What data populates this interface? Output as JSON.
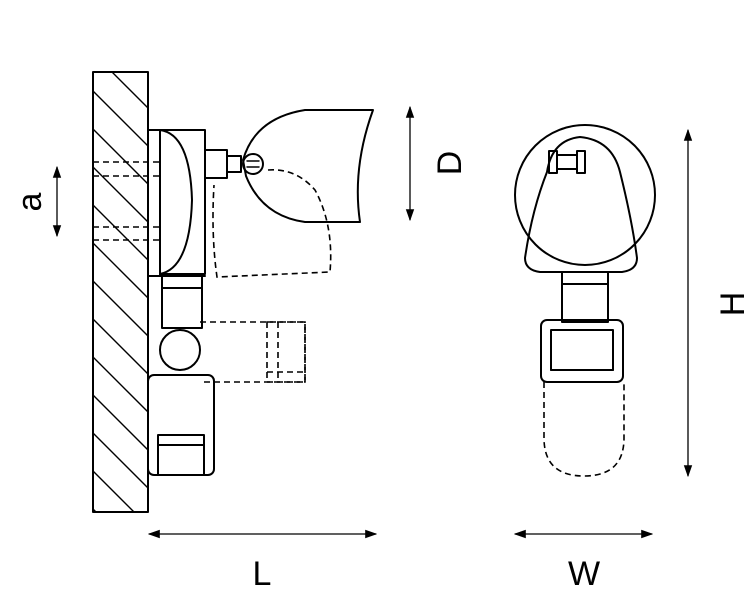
{
  "dimensions": {
    "a": "a",
    "D": "D",
    "L": "L",
    "W": "W",
    "H": "H"
  },
  "colors": {
    "line": "#000000",
    "background": "#ffffff"
  }
}
